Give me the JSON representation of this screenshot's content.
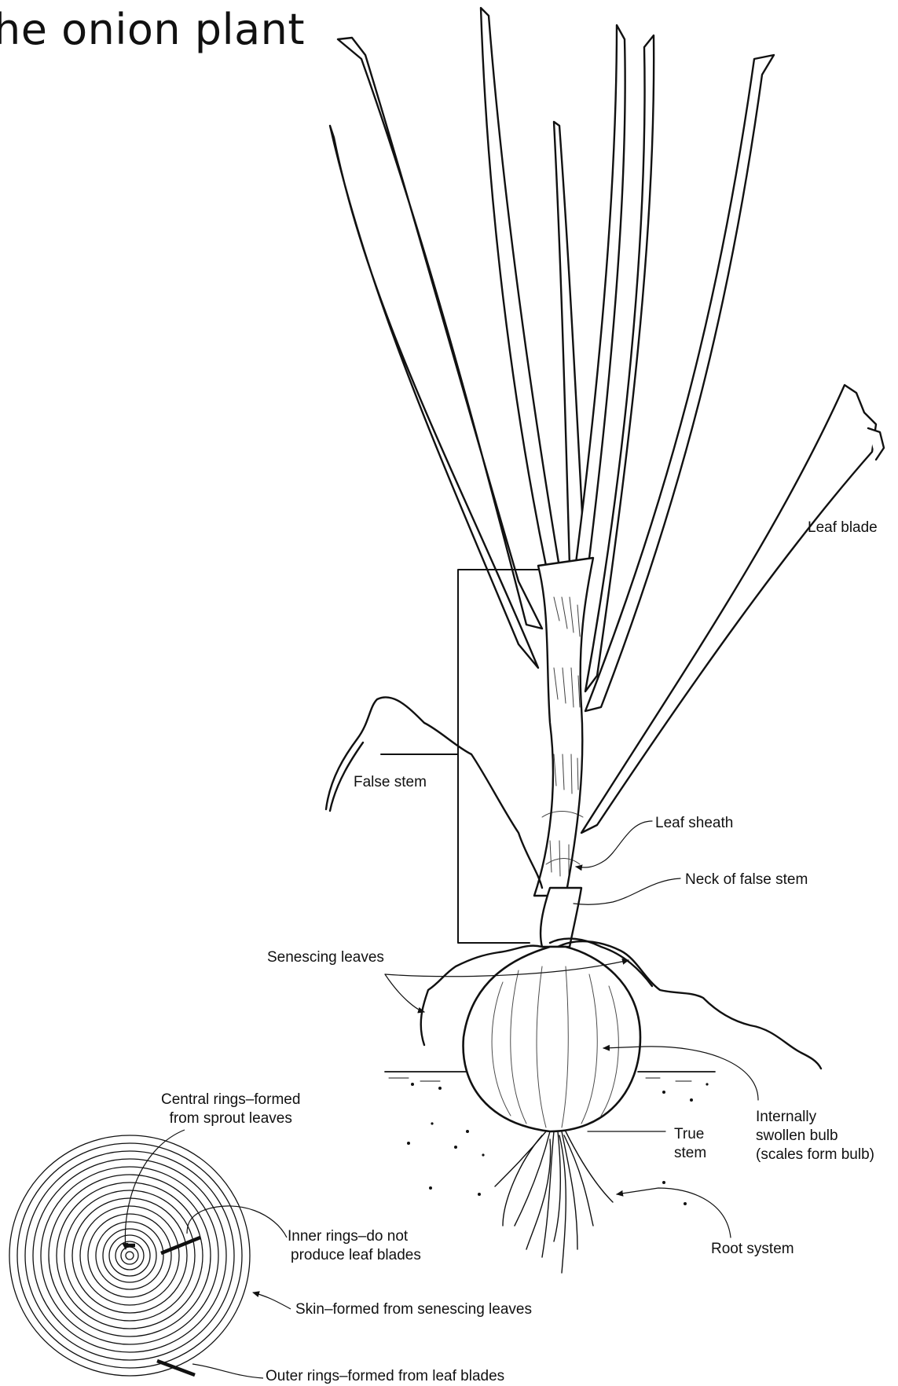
{
  "title": "he onion plant",
  "labels": {
    "leaf_blade": "Leaf blade",
    "false_stem": "False stem",
    "leaf_sheath": "Leaf sheath",
    "neck_of_false_stem": "Neck of false stem",
    "senescing_leaves": "Senescing leaves",
    "internally_swollen_bulb": [
      "Internally",
      "swollen bulb",
      "(scales form bulb)"
    ],
    "true_stem": [
      "True",
      "stem"
    ],
    "root_system": "Root system",
    "central_rings": [
      "Central rings–formed",
      "from sprout leaves"
    ],
    "inner_rings": [
      "Inner rings–do not",
      "produce leaf blades"
    ],
    "skin": "Skin–formed from senescing leaves",
    "outer_rings": "Outer rings–formed from leaf blades"
  }
}
